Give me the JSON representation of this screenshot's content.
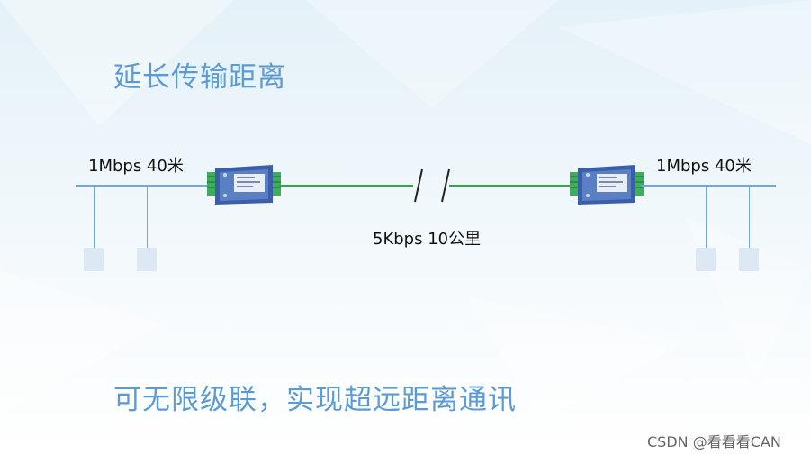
{
  "slide": {
    "title": "延长传输距离",
    "subtitle": "可无限级联，实现超远距离通讯"
  },
  "diagram": {
    "left_bus_label": "1Mbps 40米",
    "right_bus_label": "1Mbps 40米",
    "link_label": "5Kbps 10公里"
  },
  "watermark": "CSDN @看看看CAN",
  "colors": {
    "title": "#5b9bd5",
    "bus": "#6fa8dc",
    "link": "#2ea84a",
    "device_body": "#3b5ea8",
    "terminal": "#3cae5c",
    "node": "#dce8f4"
  }
}
